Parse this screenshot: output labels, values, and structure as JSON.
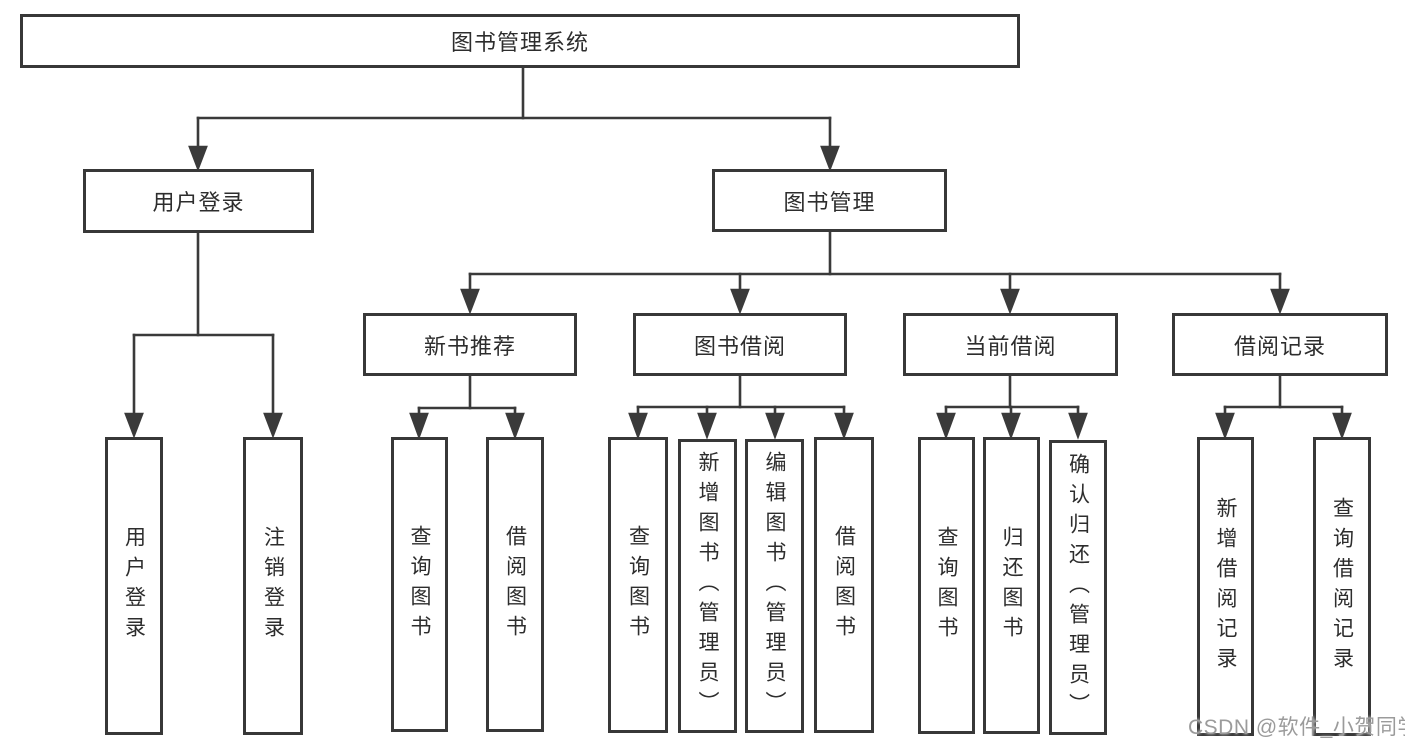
{
  "diagram_title": "图书管理系统",
  "colors": {
    "line": "#3a3a3a",
    "box_border": "#383838",
    "text": "#2d2d2d",
    "watermark": "#9b9b9b",
    "background": "#ffffff"
  },
  "nodes": {
    "root": {
      "label": "图书管理系统"
    },
    "user_login": {
      "label": "用户登录"
    },
    "book_mgmt": {
      "label": "图书管理"
    },
    "new_book_rec": {
      "label": "新书推荐"
    },
    "book_borrow": {
      "label": "图书借阅"
    },
    "current_borrow": {
      "label": "当前借阅"
    },
    "borrow_records": {
      "label": "借阅记录"
    },
    "user_login_leaf": {
      "label": "用户登录"
    },
    "logout_leaf": {
      "label": "注销登录"
    },
    "query_books_rec": {
      "label": "查询图书"
    },
    "borrow_books_rec": {
      "label": "借阅图书"
    },
    "query_books_bb": {
      "label": "查询图书"
    },
    "add_books_admin": {
      "label": "新增图书（管理员）"
    },
    "edit_books_admin": {
      "label": "编辑图书（管理员）"
    },
    "borrow_books_bb": {
      "label": "借阅图书"
    },
    "query_books_cb": {
      "label": "查询图书"
    },
    "return_books": {
      "label": "归还图书"
    },
    "confirm_return_admin": {
      "label": "确认归还（管理员）"
    },
    "add_borrow_record": {
      "label": "新增借阅记录"
    },
    "query_borrow_record": {
      "label": "查询借阅记录"
    }
  },
  "tree": {
    "图书管理系统": {
      "用户登录": [
        "用户登录",
        "注销登录"
      ],
      "图书管理": {
        "新书推荐": [
          "查询图书",
          "借阅图书"
        ],
        "图书借阅": [
          "查询图书",
          "新增图书（管理员）",
          "编辑图书（管理员）",
          "借阅图书"
        ],
        "当前借阅": [
          "查询图书",
          "归还图书",
          "确认归还（管理员）"
        ],
        "借阅记录": [
          "新增借阅记录",
          "查询借阅记录"
        ]
      }
    }
  },
  "watermark": {
    "text": "CSDN @软件_小贺同学"
  }
}
